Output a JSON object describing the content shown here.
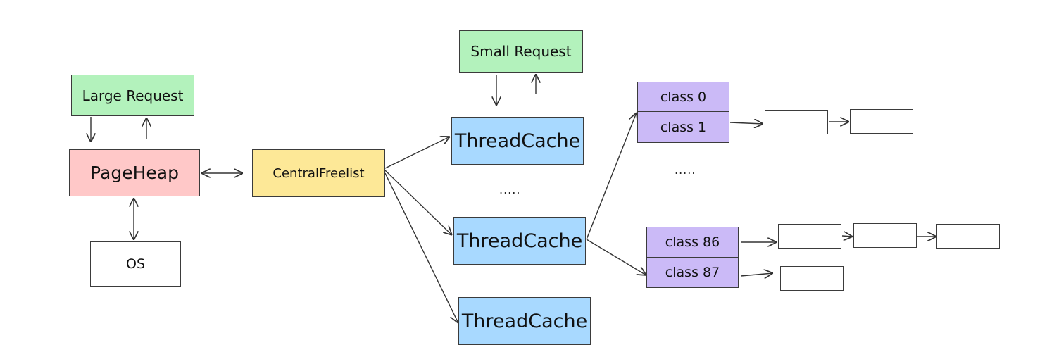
{
  "nodes": {
    "large_request": "Large Request",
    "small_request": "Small Request",
    "pageheap": "PageHeap",
    "os": "OS",
    "central_freelist": "CentralFreelist",
    "threadcache_1": "ThreadCache",
    "threadcache_2": "ThreadCache",
    "threadcache_3": "ThreadCache",
    "class_0": "class 0",
    "class_1": "class 1",
    "class_86": "class 86",
    "class_87": "class 87"
  },
  "ellipses": {
    "threadcache_gap": ".....",
    "class_gap": "....."
  },
  "colors": {
    "request": "#b3f2bc",
    "pageheap": "#ffc8c8",
    "central_freelist": "#fde897",
    "threadcache": "#a8d9ff",
    "size_class": "#cbbaf7",
    "free_object": "#ffffff",
    "line": "#333333"
  }
}
